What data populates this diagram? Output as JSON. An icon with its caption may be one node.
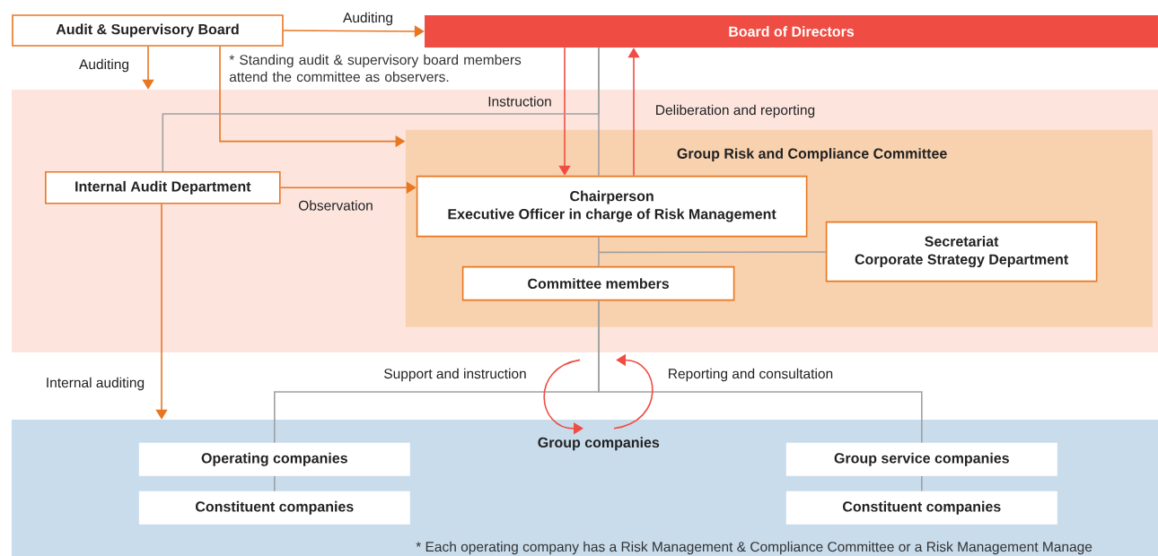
{
  "diagram": {
    "nodes": [
      {
        "text": [
          "Audit & Supervisory Board"
        ]
      },
      {
        "text": [
          "Board of Directors"
        ]
      },
      {
        "text": [],
        "shape": "box"
      },
      {
        "text": [
          "Group Risk and Compliance Committee"
        ],
        "in": 2
      },
      {
        "text": [
          "Internal Audit Department"
        ],
        "in": 2
      },
      {
        "text": [
          "Chairperson",
          "Executive Officer in charge of Risk Management"
        ],
        "in": 3
      },
      {
        "text": [
          "Secretariat",
          "Corporate Strategy Department"
        ],
        "in": 3
      },
      {
        "text": [
          "Committee members"
        ],
        "in": 3
      },
      {
        "text": [
          "Group companies"
        ]
      },
      {
        "text": [
          "Operating companies"
        ],
        "in": 8
      },
      {
        "text": [
          "Constituent companies"
        ],
        "in": 8
      },
      {
        "text": [
          "Group service companies"
        ],
        "in": 8
      },
      {
        "text": [
          "Constituent companies"
        ],
        "in": 8
      }
    ],
    "edges": [
      {
        "from": 0,
        "to": 1,
        "arrow": "to",
        "label": "Auditing",
        "color": "#e87722"
      },
      {
        "from": 0,
        "to": 2,
        "arrow": "to",
        "label": "Auditing",
        "color": "#e87722"
      },
      {
        "from": 0,
        "to": 3,
        "arrow": "to",
        "color": "#e87722"
      },
      {
        "from": 4,
        "to": 5,
        "arrow": "to",
        "label": "Observation",
        "color": "#e87722"
      },
      {
        "from": 4,
        "to": 8,
        "arrow": "to",
        "label": "Internal auditing",
        "color": "#e87722"
      },
      {
        "from": 1,
        "to": 5,
        "arrow": "to",
        "label": "Instruction",
        "color": "#ef4d43"
      },
      {
        "from": 5,
        "to": 1,
        "arrow": "to",
        "label": "Deliberation and reporting",
        "color": "#ef4d43"
      },
      {
        "from": 1,
        "to": 4,
        "arrow": "none"
      },
      {
        "from": 1,
        "to": 5,
        "arrow": "none"
      },
      {
        "from": 5,
        "to": 7,
        "arrow": "none"
      },
      {
        "from": 5,
        "to": 6,
        "arrow": "none"
      },
      {
        "from": 7,
        "to": 9,
        "arrow": "none"
      },
      {
        "from": 7,
        "to": 11,
        "arrow": "none"
      },
      {
        "from": 9,
        "to": 10,
        "arrow": "none"
      },
      {
        "from": 11,
        "to": 12,
        "arrow": "none"
      },
      {
        "from": 7,
        "to": 8,
        "arrow": "to",
        "label": "Support and instruction",
        "color": "#ef4d43"
      },
      {
        "from": 8,
        "to": 7,
        "arrow": "to",
        "label": "Reporting and consultation",
        "color": "#ef4d43"
      }
    ],
    "labels": [
      "* Standing audit & supervisory board members attend the committee as observers.",
      "* Each operating company has a Risk Management & Compliance Committee or a Risk Management Manage"
    ]
  }
}
